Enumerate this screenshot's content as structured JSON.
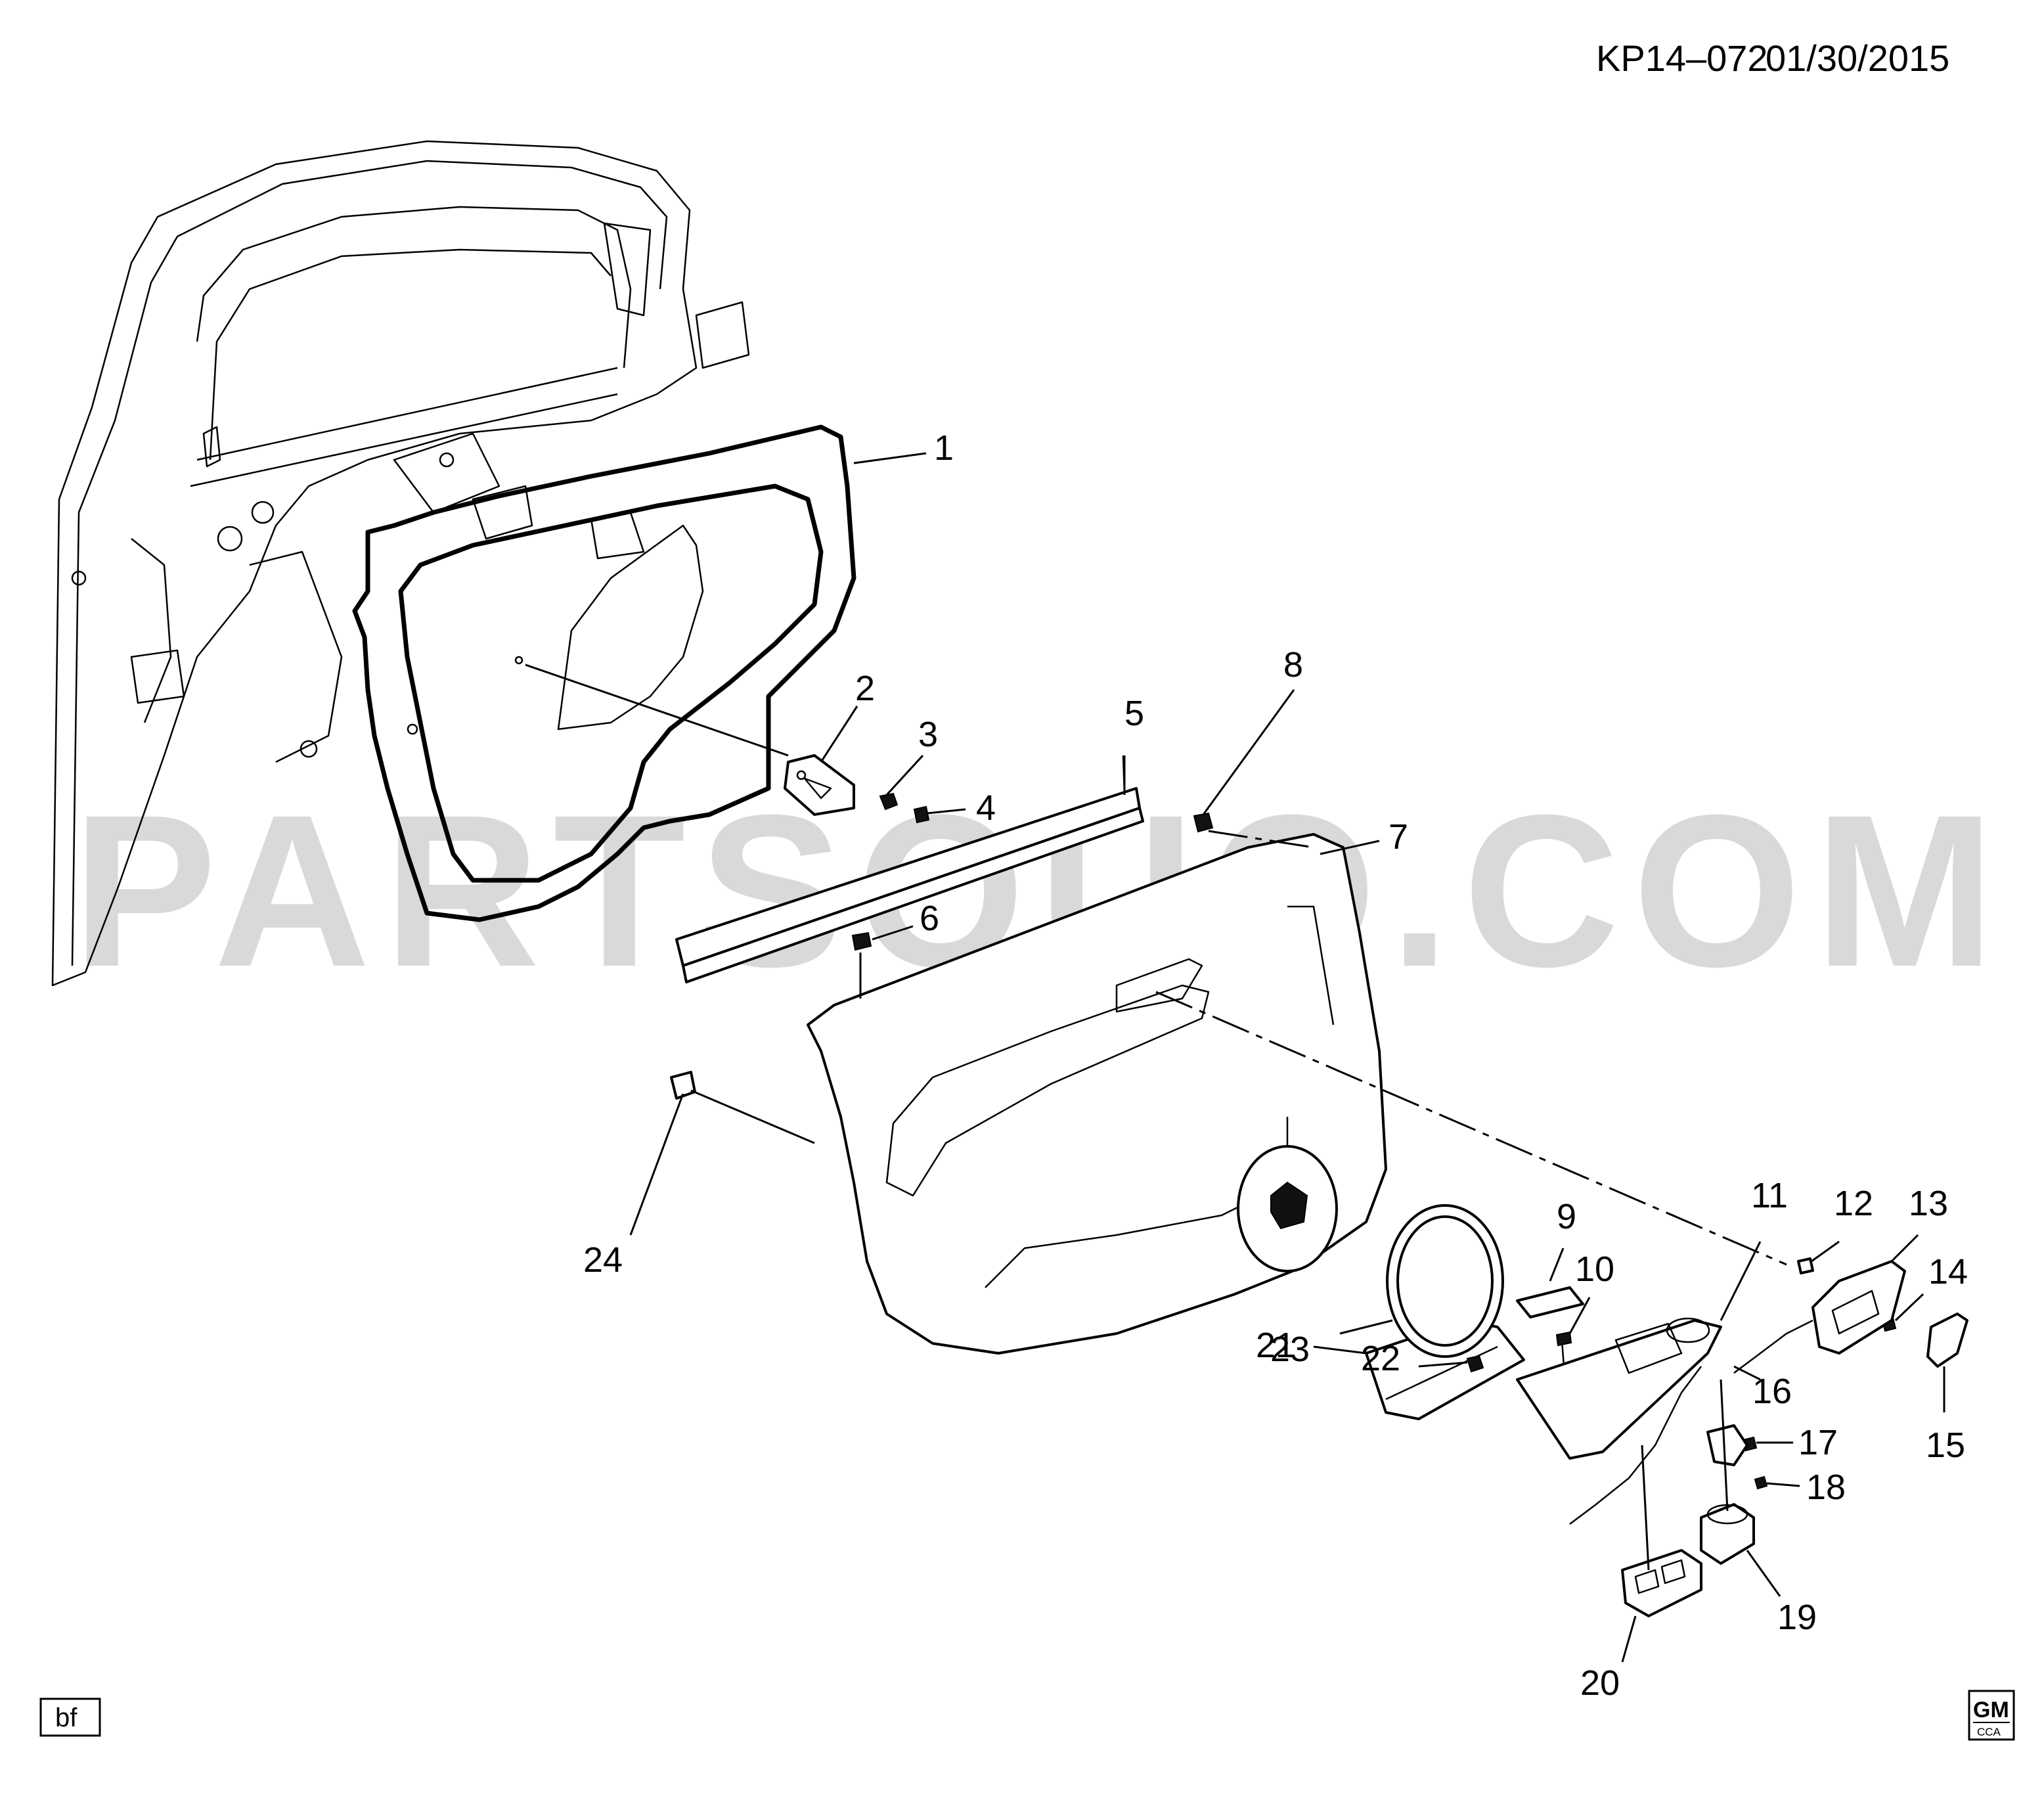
{
  "header": {
    "drawing_id": "KP14–072",
    "date": "01/30/2015"
  },
  "watermark": "PARTSOUQ.COM",
  "footer": {
    "left_tag": "bf",
    "logo_top": "GM",
    "logo_bottom": "CCA"
  },
  "callouts": [
    {
      "id": "1"
    },
    {
      "id": "2"
    },
    {
      "id": "3"
    },
    {
      "id": "4"
    },
    {
      "id": "5"
    },
    {
      "id": "6"
    },
    {
      "id": "7"
    },
    {
      "id": "8"
    },
    {
      "id": "9"
    },
    {
      "id": "10"
    },
    {
      "id": "11"
    },
    {
      "id": "12"
    },
    {
      "id": "13"
    },
    {
      "id": "14"
    },
    {
      "id": "15"
    },
    {
      "id": "16"
    },
    {
      "id": "17"
    },
    {
      "id": "18"
    },
    {
      "id": "19"
    },
    {
      "id": "20"
    },
    {
      "id": "21"
    },
    {
      "id": "22"
    },
    {
      "id": "23"
    },
    {
      "id": "24"
    }
  ]
}
